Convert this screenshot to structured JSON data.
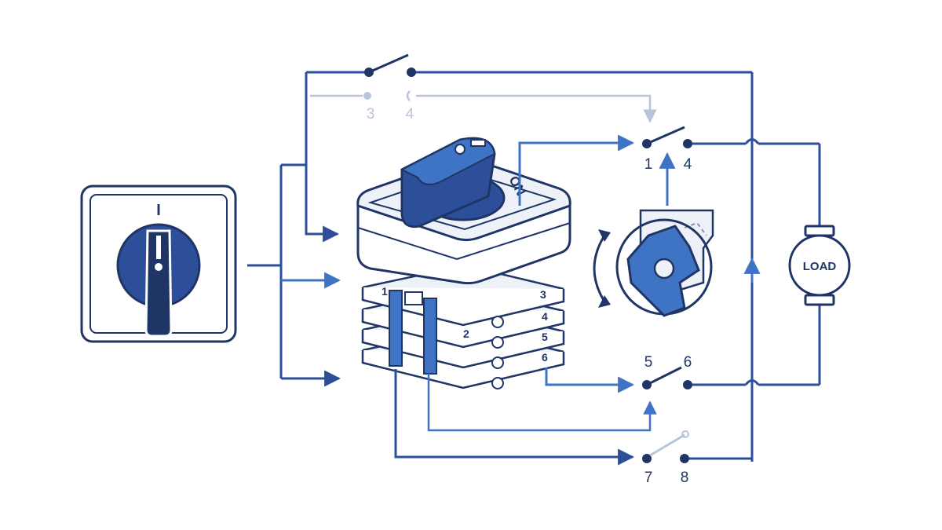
{
  "switch_plate": {
    "position_mark": "I"
  },
  "rotary_switch": {
    "knob_label": "ON"
  },
  "deck_numbers": [
    "1",
    "2",
    "3",
    "4",
    "5",
    "6"
  ],
  "contacts": [
    {
      "id": "3-4",
      "left": "3",
      "right": "4",
      "state": "inactive"
    },
    {
      "id": "1-4",
      "left": "1",
      "right": "4",
      "state": "open"
    },
    {
      "id": "5-6",
      "left": "5",
      "right": "6",
      "state": "open"
    },
    {
      "id": "7-8",
      "left": "7",
      "right": "8",
      "state": "inactive"
    }
  ],
  "load": {
    "label": "LOAD"
  },
  "colors": {
    "navy": "#1f3566",
    "blue": "#3f74c4",
    "mid": "#2d4f9a",
    "faint": "#b8c4da",
    "light_fill": "#eef2f8"
  }
}
